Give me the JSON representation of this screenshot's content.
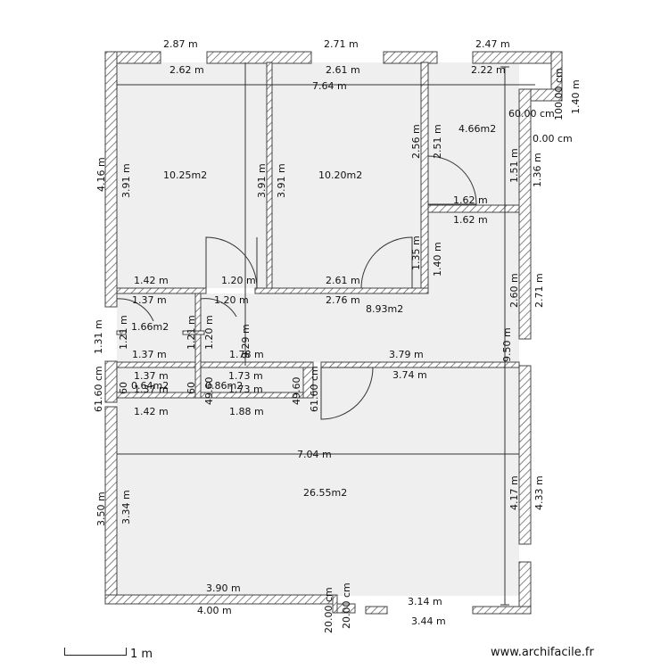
{
  "rooms": [
    {
      "label": "10.25m2"
    },
    {
      "label": "10.20m2"
    },
    {
      "label": "4.66m2"
    },
    {
      "label": "8.93m2"
    },
    {
      "label": "1.66m2"
    },
    {
      "label": "0.64m2"
    },
    {
      "label": "0.86m2"
    },
    {
      "label": "26.55m2"
    }
  ],
  "dimensions": {
    "h": [
      "2.87 m",
      "2.71 m",
      "2.47 m",
      "2.62 m",
      "2.61 m",
      "2.22 m",
      "7.64 m",
      "1.42 m",
      "1.20 m",
      "2.61 m",
      "1.62 m",
      "1.62 m",
      "1.37 m",
      "1.20 m",
      "2.76 m",
      "1.37 m",
      "1.78 m",
      "3.79 m",
      "3.74 m",
      "1.37 m",
      "1.73 m",
      "1.37 m",
      "1.73 m",
      "1.42 m",
      "1.88 m",
      "7.04 m",
      "3.90 m",
      "3.14 m",
      "4.00 m",
      "3.44 m",
      "60.00 cm",
      "0.00 cm"
    ],
    "v": [
      "4.16 m",
      "3.91 m",
      "3.91 m",
      "3.91 m",
      "2.56 m",
      "2.51 m",
      "1.51 m",
      "1.36 m",
      "1.40 m",
      "100.00 cm",
      "1.35 m",
      "1.40 m",
      "2.60 m",
      "2.71 m",
      "9.50 m",
      "9.29 m",
      "1.31 m",
      "1.21 m",
      "1.21 m",
      "1.20 m",
      "61.60 cm",
      "60",
      "60",
      "49.60",
      "49.60",
      "61.60 cm",
      "3.50 m",
      "3.34 m",
      "4.17 m",
      "4.33 m",
      "20.00 cm",
      "20.00 cm"
    ]
  },
  "scale": {
    "label": "1 m"
  },
  "watermark": "www.archifacile.fr"
}
